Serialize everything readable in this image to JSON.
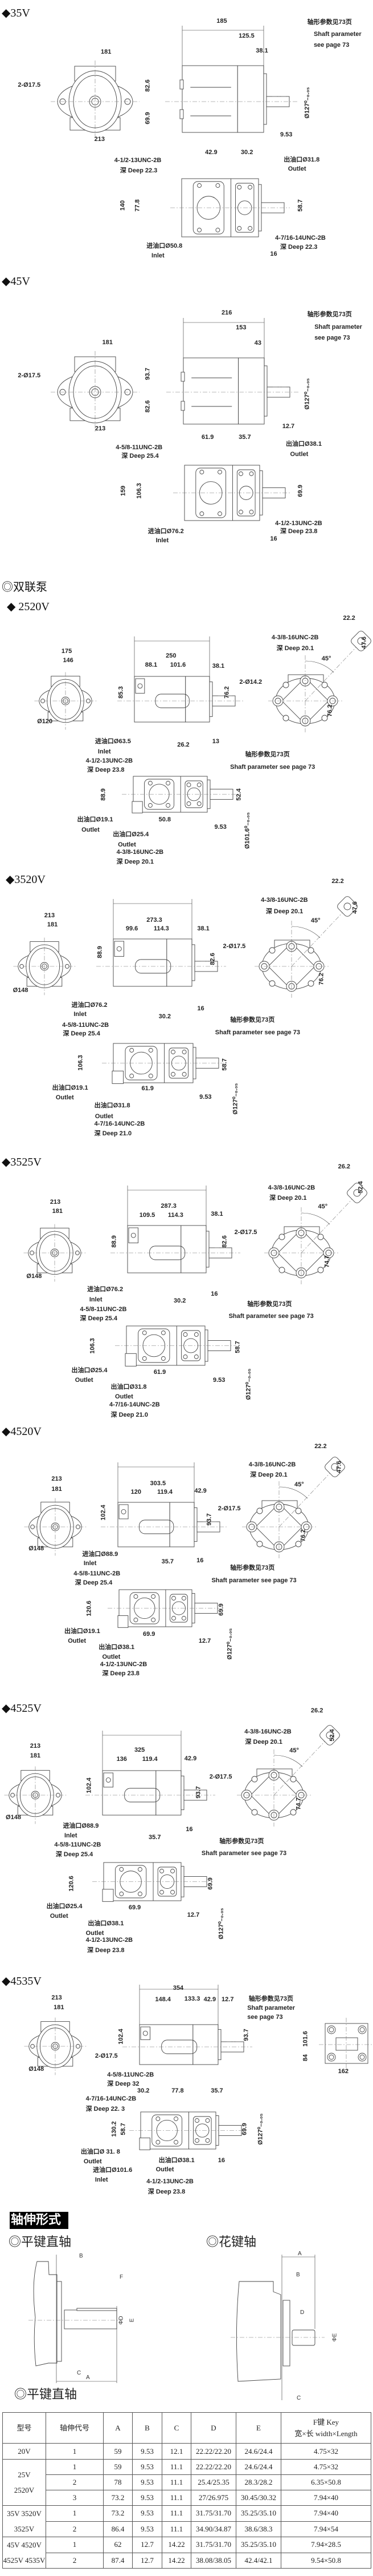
{
  "headings": {
    "s35v": "◆35V",
    "s45v": "◆45V",
    "dual": "◎双联泵",
    "s2520v": "◆ 2520V",
    "s3520v": "◆3520V",
    "s3525v": "◆3525V",
    "s4520v": "◆4520V",
    "s4525v": "◆4525V",
    "s4535v": "◆4535V"
  },
  "sections": [
    {
      "id": "35V",
      "labels": [
        "181",
        "213",
        "2-Ø17.5",
        "185",
        "125.5",
        "38.1",
        "82.6",
        "69.9",
        "Ø127⁰₋₀.₀₅",
        "9.53",
        "轴形参数见73页",
        "Shaft parameter",
        "see page 73",
        "42.9",
        "30.2",
        "4-1/2-13UNC-2B",
        "深 Deep 22.3",
        "出油口Ø31.8",
        "Outlet",
        "140",
        "77.8",
        "58.7",
        "4-7/16-14UNC-2B",
        "深 Deep 22.3",
        "进油口Ø50.8",
        "Inlet",
        "16"
      ]
    },
    {
      "id": "45V",
      "labels": [
        "181",
        "213",
        "2-Ø17.5",
        "216",
        "153",
        "43",
        "93.7",
        "82.6",
        "Ø127⁰₋₀.₀₅",
        "12.7",
        "轴形参数见73页",
        "Shaft parameter",
        "see page 73",
        "61.9",
        "35.7",
        "4-5/8-11UNC-2B",
        "深 Deep 25.4",
        "出油口Ø38.1",
        "Outlet",
        "159",
        "106.3",
        "69.9",
        "4-1/2-13UNC-2B",
        "深 Deep 23.8",
        "进油口Ø76.2",
        "Inlet",
        "16"
      ]
    },
    {
      "id": "2520V",
      "labels": [
        "175",
        "146",
        "Ø120",
        "250",
        "88.1",
        "101.6",
        "38.1",
        "85.3",
        "76.2",
        "2-Ø14.2",
        "22.2",
        "4-3/8-16UNC-2B",
        "深 Deep 20.1",
        "45°",
        "47.6",
        "76.2",
        "进油口Ø63.5",
        "Inlet",
        "4-1/2-13UNC-2B",
        "深 Deep 23.8",
        "26.2",
        "13",
        "轴形参数见73页",
        "Shaft parameter see page 73",
        "88.9",
        "52.4",
        "出油口Ø19.1",
        "Outlet",
        "50.8",
        "9.53",
        "出油口Ø25.4",
        "Outlet",
        "4-3/8-16UNC-2B",
        "深 Deep 20.1",
        "Ø101.6⁰₋₀.₀₅"
      ]
    },
    {
      "id": "3520V",
      "labels": [
        "213",
        "181",
        "Ø148",
        "273.3",
        "99.6",
        "114.3",
        "38.1",
        "88.9",
        "82.6",
        "2-Ø17.5",
        "22.2",
        "4-3/8-16UNC-2B",
        "深 Deep 20.1",
        "45°",
        "47.6",
        "76.2",
        "进油口Ø76.2",
        "Inlet",
        "4-5/8-11UNC-2B",
        "深 Deep 25.4",
        "30.2",
        "16",
        "轴形参数见73页",
        "Shaft parameter see page 73",
        "106.3",
        "58.7",
        "出油口Ø19.1",
        "Outlet",
        "61.9",
        "9.53",
        "出油口Ø31.8",
        "Outlet",
        "4-7/16-14UNC-2B",
        "深 Deep 21.0",
        "Ø127⁰₋₀.₀₅"
      ]
    },
    {
      "id": "3525V",
      "labels": [
        "213",
        "181",
        "Ø148",
        "287.3",
        "109.5",
        "114.3",
        "38.1",
        "88.9",
        "82.6",
        "2-Ø17.5",
        "26.2",
        "4-3/8-16UNC-2B",
        "深 Deep 20.1",
        "45°",
        "52.4",
        "74.7",
        "进油口Ø76.2",
        "Inlet",
        "4-5/8-11UNC-2B",
        "深 Deep 25.4",
        "30.2",
        "16",
        "轴形参数见73页",
        "Shaft parameter see page 73",
        "106.3",
        "58.7",
        "出油口Ø25.4",
        "Outlet",
        "61.9",
        "9.53",
        "出油口Ø31.8",
        "Outlet",
        "4-7/16-14UNC-2B",
        "深 Deep 21.0",
        "Ø127⁰₋₀.₀₅"
      ]
    },
    {
      "id": "4520V",
      "labels": [
        "213",
        "181",
        "Ø148",
        "303.5",
        "120",
        "119.4",
        "42.9",
        "102.4",
        "93.7",
        "2-Ø17.5",
        "22.2",
        "4-3/8-16UNC-2B",
        "深 Deep 20.1",
        "45°",
        "47.6",
        "76.2",
        "进油口Ø88.9",
        "Inlet",
        "4-5/8-11UNC-2B",
        "深 Deep 25.4",
        "35.7",
        "16",
        "轴形参数见73页",
        "Shaft parameter see page 73",
        "120.6",
        "69.9",
        "出油口Ø19.1",
        "Outlet",
        "69.9",
        "12.7",
        "出油口Ø38.1",
        "Outlet",
        "4-1/2-13UNC-2B",
        "深 Deep 23.8",
        "Ø127⁰₋₀.₀₅"
      ]
    },
    {
      "id": "4525V",
      "labels": [
        "213",
        "181",
        "Ø148",
        "325",
        "136",
        "119.4",
        "42.9",
        "102.4",
        "93.7",
        "2-Ø17.5",
        "26.2",
        "4-3/8-16UNC-2B",
        "深 Deep 20.1",
        "45°",
        "52.4",
        "74.7",
        "进油口Ø88.9",
        "Inlet",
        "4-5/8-11UNC-2B",
        "深 Deep 25.4",
        "35.7",
        "16",
        "轴形参数见73页",
        "Shaft parameter see page 73",
        "120.6",
        "69.9",
        "出油口Ø25.4",
        "Outlet",
        "69.9",
        "12.7",
        "出油口Ø38.1",
        "Outlet",
        "4-1/2-13UNC-2B",
        "深 Deep 23.8",
        "Ø127⁰₋₀.₀₅"
      ]
    },
    {
      "id": "4535V",
      "labels": [
        "213",
        "181",
        "2-Ø17.5",
        "Ø148",
        "354",
        "148.4",
        "133.3",
        "42.9",
        "12.7",
        "轴形参数见73页",
        "Shaft parameter",
        "see page 73",
        "102.4",
        "93.7",
        "101.6",
        "84",
        "162",
        "4-5/8-11UNC-2B",
        "深 Deep 32",
        "30.2",
        "77.8",
        "35.7",
        "4-7/16-14UNC-2B",
        "深 Deep 22. 3",
        "130.2",
        "58.7",
        "69.9",
        "Ø127⁰₋₀.₀₅",
        "出油口Ø 31. 8",
        "Outlet",
        "进油口Ø101.6",
        "Inlet",
        "出油口Ø38.1",
        "Outlet",
        "16",
        "4-1/2-13UNC-2B",
        "深 Deep 23.8"
      ]
    }
  ],
  "shaft": {
    "banner": "轴伸形式",
    "flat_key": "◎平键直轴",
    "spline": "◎花键轴",
    "flat_key_caption": "◎平键直轴",
    "flat_letters": [
      "B",
      "F",
      "ΦD",
      "E",
      "C",
      "A"
    ],
    "spline_letters": [
      "A",
      "B",
      "D",
      "ΦE",
      "C"
    ]
  },
  "table": {
    "headers": [
      "型号",
      "轴伸代号",
      "A",
      "B",
      "C",
      "D",
      "E"
    ],
    "key_header": [
      "F键  Key",
      "宽×长 width×Length"
    ],
    "groups": [
      {
        "model": [
          "20V"
        ],
        "rows": [
          [
            "1",
            "59",
            "9.53",
            "12.1",
            "22.22/22.20",
            "24.6/24.4",
            "4.75×32"
          ]
        ]
      },
      {
        "model": [
          "25V",
          "2520V"
        ],
        "rows": [
          [
            "1",
            "59",
            "9.53",
            "11.1",
            "22.22/22.20",
            "24.6/24.4",
            "4.75×32"
          ],
          [
            "2",
            "78",
            "9.53",
            "11.1",
            "25.4/25.35",
            "28.3/28.2",
            "6.35×50.8"
          ],
          [
            "3",
            "73.2",
            "9.53",
            "11.1",
            "27/26.975",
            "30.45/30.32",
            "7.94×40"
          ]
        ]
      },
      {
        "model": [
          "35V 3520V",
          "3525V"
        ],
        "rows": [
          [
            "1",
            "73.2",
            "9.53",
            "11.1",
            "31.75/31.70",
            "35.25/35.10",
            "7.94×40"
          ],
          [
            "2",
            "86.4",
            "9.53",
            "11.1",
            "34.90/34.87",
            "38.6/38.3",
            "7.94×54"
          ]
        ]
      },
      {
        "model": [
          "45V 4520V",
          "4525V 4535V"
        ],
        "rows": [
          [
            "1",
            "62",
            "12.7",
            "14.22",
            "31.75/31.70",
            "35.25/35.10",
            "7.94×28.5"
          ],
          [
            "2",
            "87.4",
            "12.7",
            "14.22",
            "38.08/38.05",
            "42.4/42.1",
            "9.54×50.8"
          ]
        ]
      }
    ]
  }
}
